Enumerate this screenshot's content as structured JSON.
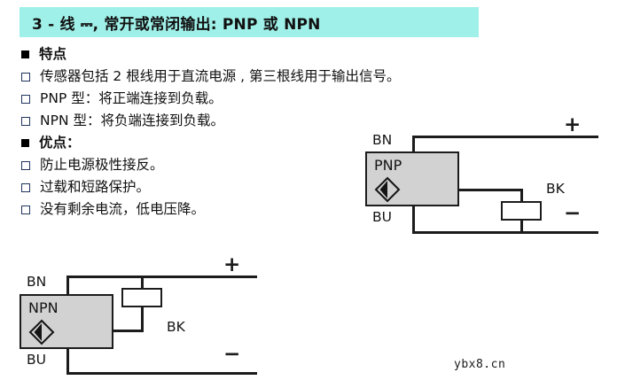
{
  "title": {
    "text": "3 - 线 ⎓, 常开或常闭输出:  PNP 或 NPN",
    "band_color": "#9ff0e8"
  },
  "features": {
    "heading": "特点",
    "items": [
      "传感器包括 2 根线用于直流电源 , 第三根线用于输出信号。",
      "PNP 型：将正端连接到负载。",
      "NPN 型：将负端连接到负载。"
    ]
  },
  "advantages": {
    "heading": "优点：",
    "items": [
      "防止电源极性接反。",
      "过载和短路保护。",
      "没有剩余电流，低电压降。"
    ]
  },
  "diagrams": [
    {
      "id": "pnp",
      "sensor_label": "PNP",
      "top_wire_label": "BN",
      "bottom_wire_label": "BU",
      "load_label": "BK",
      "positive_symbol": "+",
      "negative_symbol": "−",
      "sensor_fill": "#d2d2d2",
      "wire_color": "#1c1c1c"
    },
    {
      "id": "npn",
      "sensor_label": "NPN",
      "top_wire_label": "BN",
      "bottom_wire_label": "BU",
      "load_label": "BK",
      "positive_symbol": "+",
      "negative_symbol": "−",
      "sensor_fill": "#d2d2d2",
      "wire_color": "#1c1c1c"
    }
  ],
  "watermark": "ybx8.cn"
}
